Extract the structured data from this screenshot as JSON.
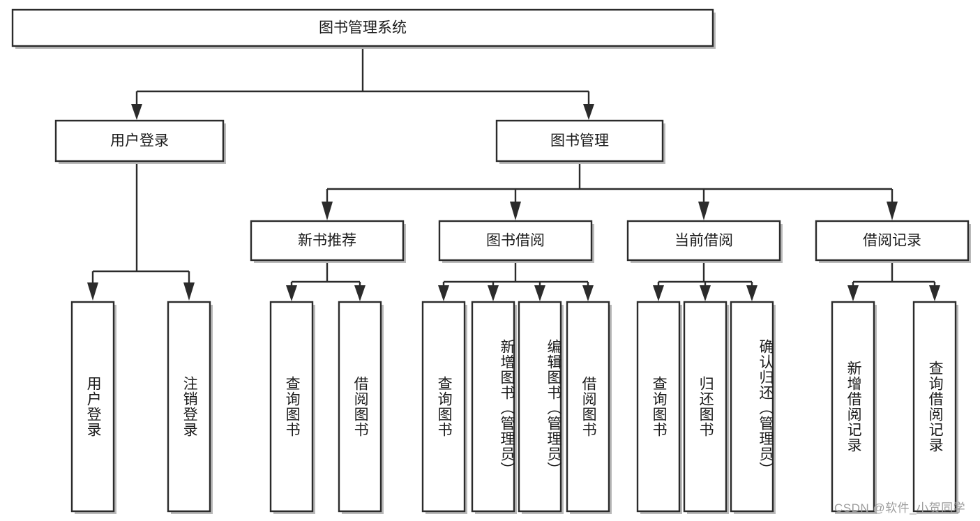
{
  "diagram": {
    "title": "图书管理系统",
    "type": "tree",
    "watermark": "CSDN @软件_小贺同学",
    "colors": {
      "stroke": "#2b2b2b",
      "fill": "#ffffff",
      "text": "#1b1b1b",
      "shadow": "#b9b9b9",
      "watermark": "#9d9d9d",
      "background": "#ffffff"
    },
    "root": {
      "label": "图书管理系统"
    },
    "level2": [
      {
        "label": "用户登录"
      },
      {
        "label": "图书管理"
      }
    ],
    "level3": [
      {
        "label": "新书推荐"
      },
      {
        "label": "图书借阅"
      },
      {
        "label": "当前借阅"
      },
      {
        "label": "借阅记录"
      }
    ],
    "leaves": {
      "user_login": [
        {
          "label": "用户登录"
        },
        {
          "label": "注销登录"
        }
      ],
      "new_book_recommend": [
        {
          "label": "查询图书"
        },
        {
          "label": "借阅图书"
        }
      ],
      "book_borrow": [
        {
          "label": "查询图书"
        },
        {
          "label": "新增图书（管理员）"
        },
        {
          "label": "编辑图书（管理员）"
        },
        {
          "label": "借阅图书"
        }
      ],
      "current_borrow": [
        {
          "label": "查询图书"
        },
        {
          "label": "归还图书"
        },
        {
          "label": "确认归还（管理员）"
        }
      ],
      "borrow_record": [
        {
          "label": "新增借阅记录"
        },
        {
          "label": "查询借阅记录"
        }
      ]
    }
  }
}
